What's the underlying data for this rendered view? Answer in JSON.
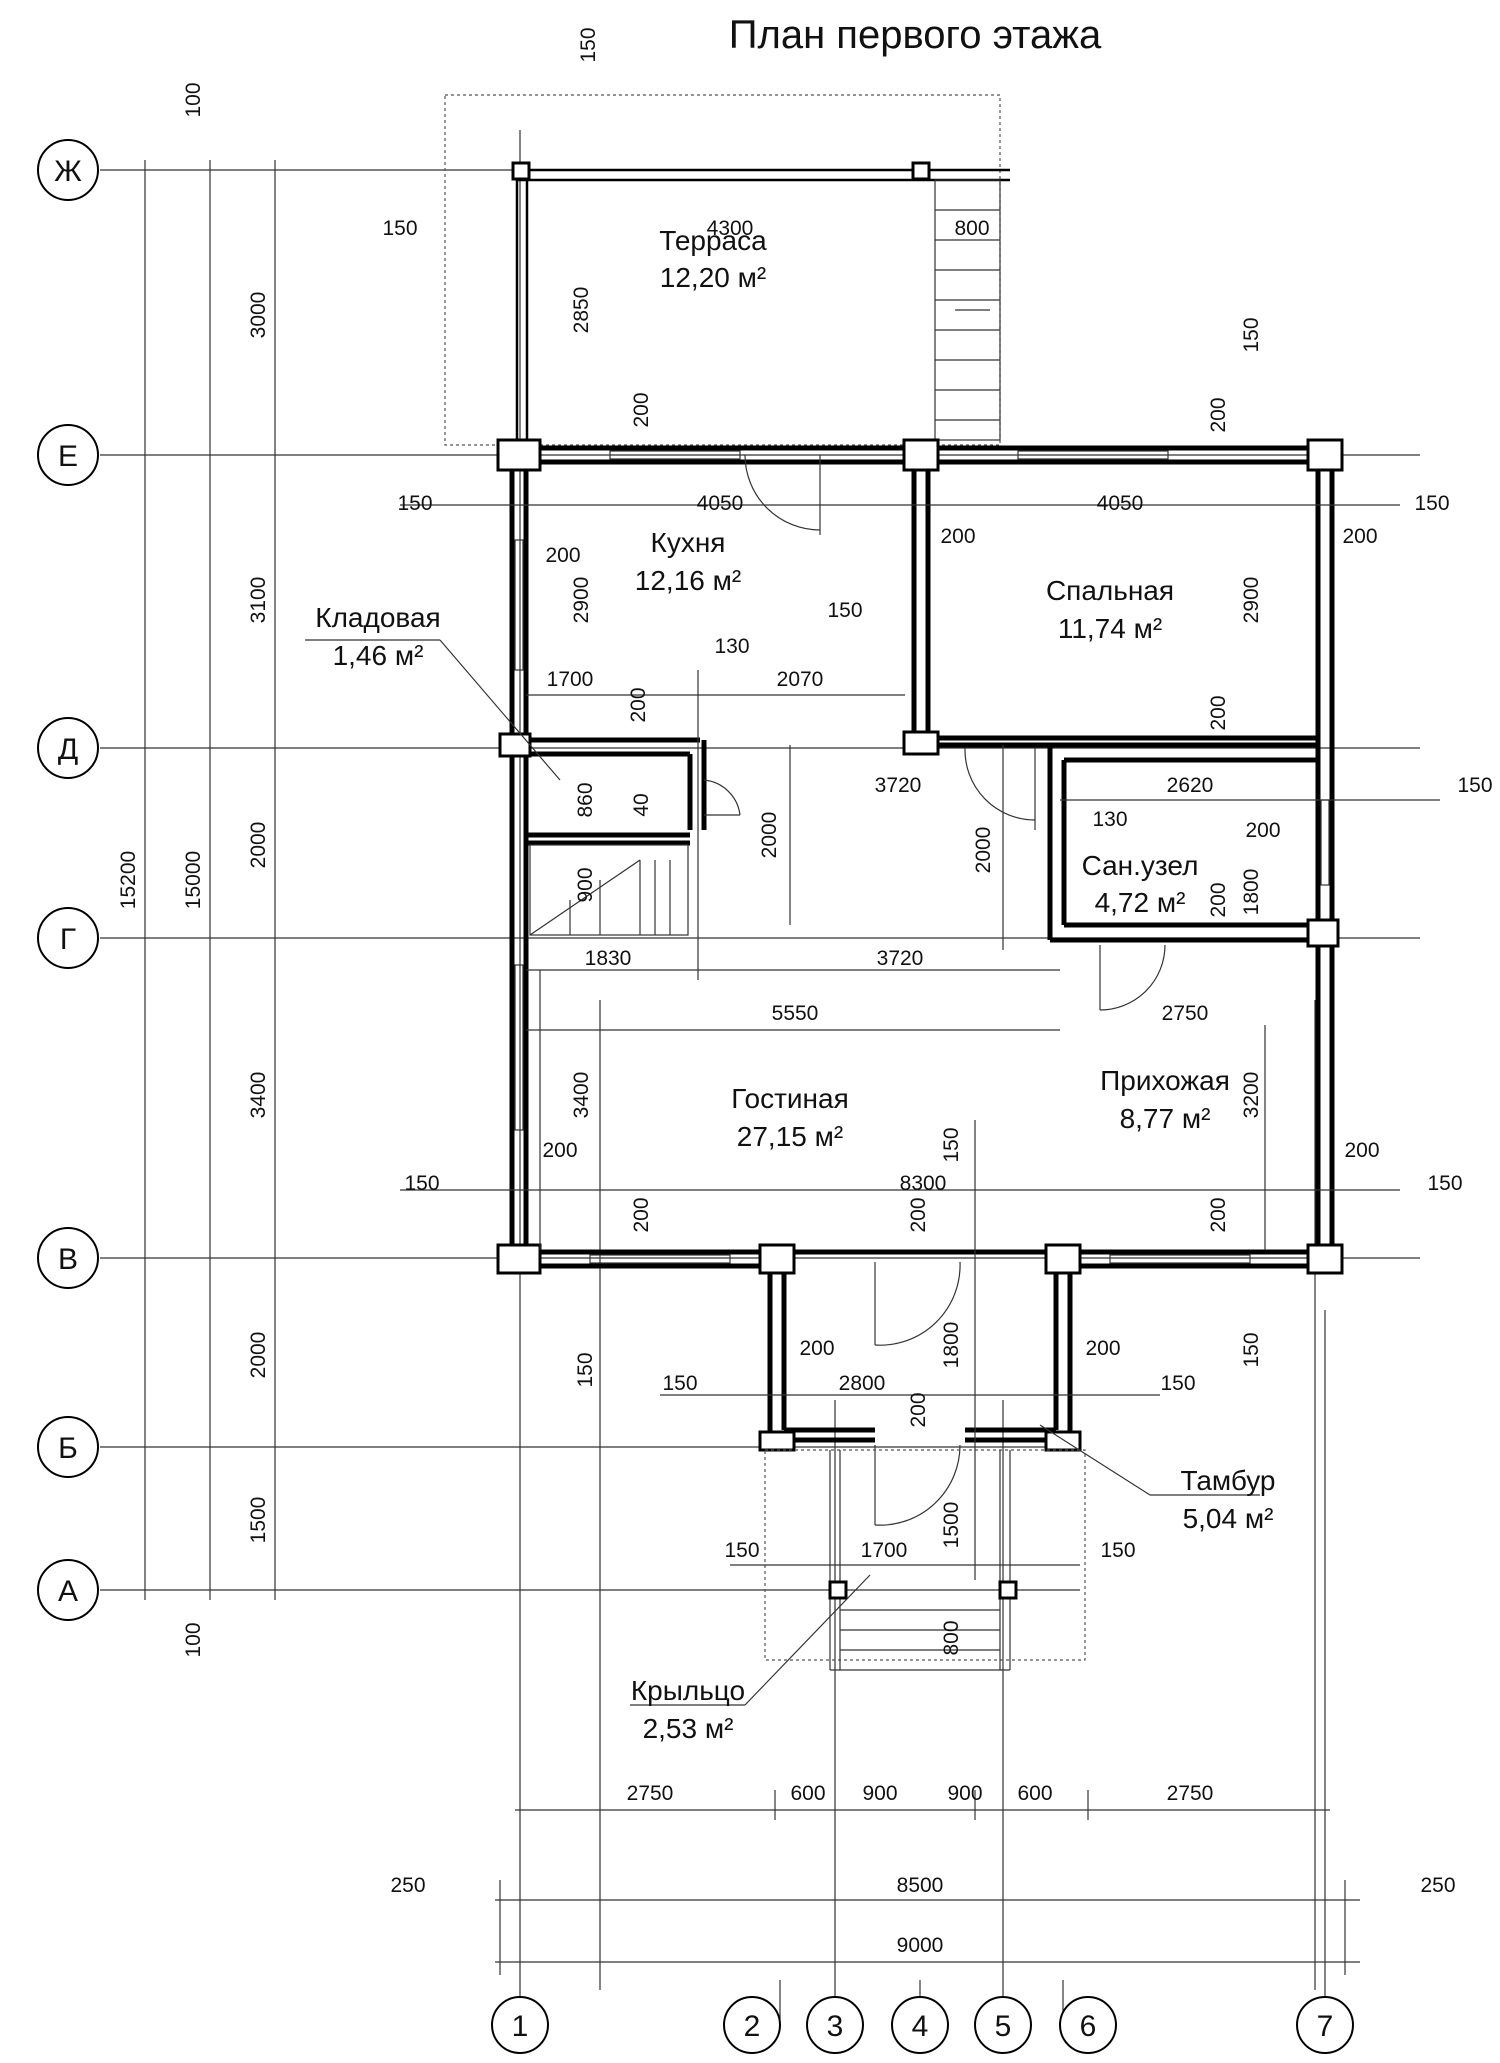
{
  "title": "План первого этажа",
  "rooms": {
    "terrace": {
      "name": "Терраса",
      "area": "12,20 м²"
    },
    "kitchen": {
      "name": "Кухня",
      "area": "12,16 м²"
    },
    "bedroom": {
      "name": "Спальная",
      "area": "11,74 м²"
    },
    "pantry": {
      "name": "Кладовая",
      "area": "1,46 м²"
    },
    "bathroom": {
      "name": "Сан.узел",
      "area": "4,72 м²"
    },
    "living": {
      "name": "Гостиная",
      "area": "27,15 м²"
    },
    "hall": {
      "name": "Прихожая",
      "area": "8,77 м²"
    },
    "vestibule": {
      "name": "Тамбур",
      "area": "5,04 м²"
    },
    "porch": {
      "name": "Крыльцо",
      "area": "2,53 м²"
    }
  },
  "row_axes": [
    "Ж",
    "Е",
    "Д",
    "Г",
    "В",
    "Б",
    "А"
  ],
  "column_axes": [
    "1",
    "2",
    "3",
    "4",
    "5",
    "6",
    "7"
  ],
  "dims": {
    "left_outer": [
      "100",
      "3000",
      "3100",
      "2000",
      "3400",
      "2000",
      "1500",
      "100"
    ],
    "left_overall_15200": "15200",
    "left_overall_15000": "15000",
    "top_150": "150",
    "terrace_4300": "4300",
    "terrace_2850": "2850",
    "terrace_800": "800",
    "terrace_150": "150",
    "terrace_200": "200",
    "right_150_top": "150",
    "right_200_top": "200",
    "kitchen_4050": "4050",
    "bedroom_4050": "4050",
    "left_150_e": "150",
    "right_150_e": "150",
    "kitchen_200_a": "200",
    "kitchen_200_b": "200",
    "right_200_e": "200",
    "kitchen_2900": "2900",
    "bedroom_2900": "2900",
    "dim_150_k": "150",
    "dim_130_a": "130",
    "dim_1700": "1700",
    "dim_2070": "2070",
    "dim_200_d": "200",
    "dim_200_bed": "200",
    "dim_3720_a": "3720",
    "dim_2620": "2620",
    "dim_150_r": "150",
    "dim_860": "860",
    "dim_40": "40",
    "dim_2000_a": "2000",
    "dim_130_b": "130",
    "dim_200_san": "200",
    "dim_2000_b": "2000",
    "dim_900": "900",
    "dim_200_san2": "200",
    "dim_1800_a": "1800",
    "dim_1830": "1830",
    "dim_3720_b": "3720",
    "dim_5550": "5550",
    "dim_2750_a": "2750",
    "dim_3400": "3400",
    "dim_3200": "3200",
    "dim_150_c": "150",
    "dim_200_g": "200",
    "dim_200_h": "200",
    "dim_150_g": "150",
    "dim_8300": "8300",
    "dim_150_h": "150",
    "dim_200_i": "200",
    "dim_200_j": "200",
    "dim_200_k": "200",
    "dim_200_l": "200",
    "dim_200_m": "200",
    "dim_1800_b": "1800",
    "dim_150_i": "150",
    "dim_150_j": "150",
    "dim_150_k2": "150",
    "dim_2800": "2800",
    "dim_150_l": "150",
    "dim_200_n": "200",
    "dim_150_m": "150",
    "dim_1700_b": "1700",
    "dim_1500": "1500",
    "dim_150_n": "150",
    "dim_800_b": "800",
    "bottom_row1": [
      "2750",
      "600",
      "900",
      "900",
      "600",
      "2750"
    ],
    "dim_250_a": "250",
    "dim_8500": "8500",
    "dim_250_b": "250",
    "dim_9000": "9000"
  }
}
